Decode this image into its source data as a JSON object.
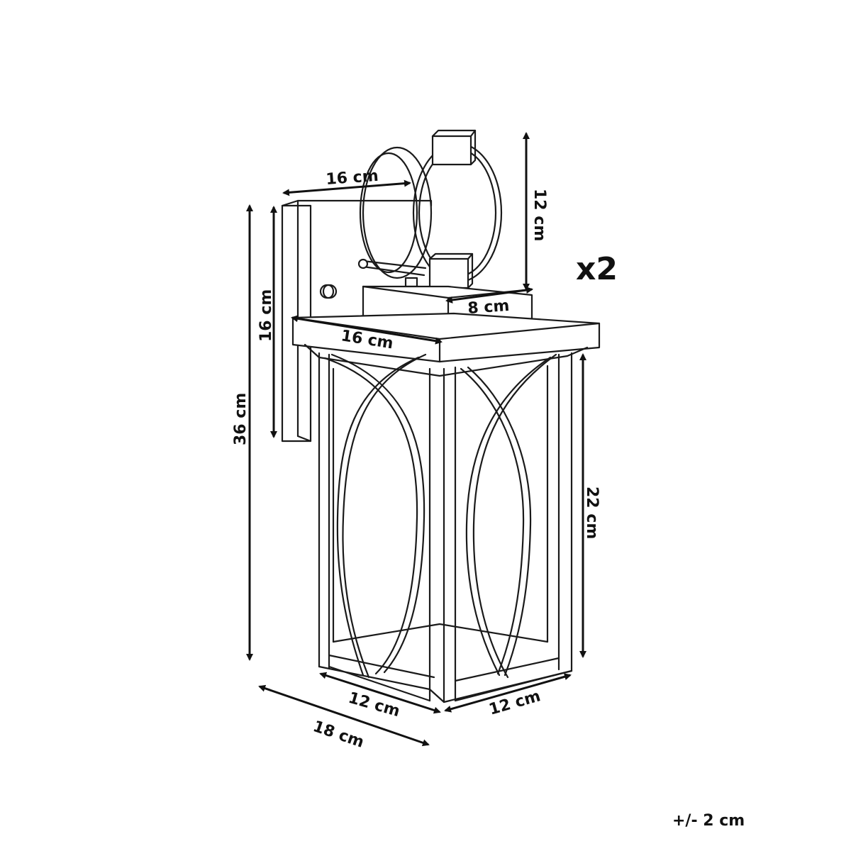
{
  "quantity_label": "x2",
  "tolerance_label": "+/- 2 cm",
  "dimensions": {
    "arm_depth": "16 cm",
    "handle_height": "12 cm",
    "top_plate_width": "8 cm",
    "backplate_height": "16 cm",
    "roof_width": "16 cm",
    "total_height": "36 cm",
    "body_height": "22 cm",
    "base_width_left": "12 cm",
    "base_width_right": "12 cm",
    "total_depth": "18 cm"
  }
}
